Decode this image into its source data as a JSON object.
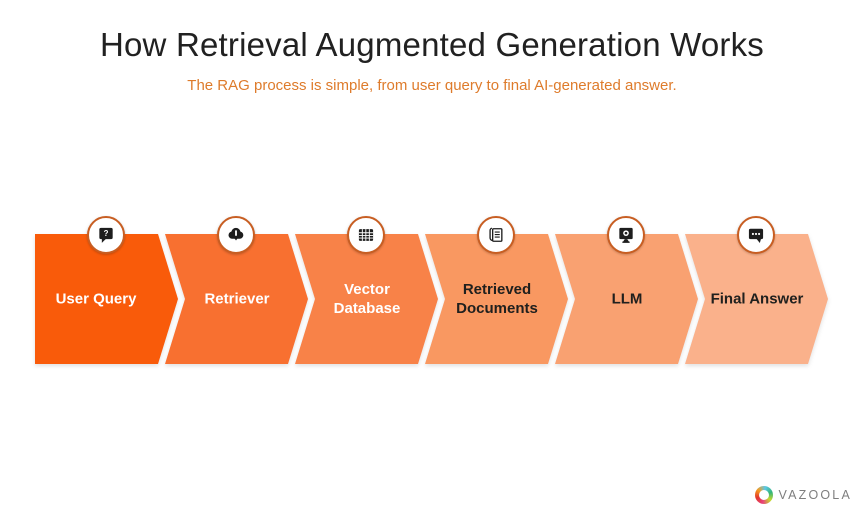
{
  "header": {
    "title": "How Retrieval Augmented Generation Works",
    "subtitle": "The RAG process is simple, from user query to final AI-generated answer.",
    "title_color": "#212121",
    "subtitle_color": "#DE7B2B"
  },
  "flow": {
    "steps": [
      {
        "label": "User Query",
        "icon": "question-bubble-icon",
        "bg": "#F95B0A",
        "text_color": "#FFFFFF"
      },
      {
        "label": "Retriever",
        "icon": "cloud-download-icon",
        "bg": "#F87030",
        "text_color": "#FFFFFF"
      },
      {
        "label": "Vector Database",
        "icon": "table-grid-icon",
        "bg": "#F88248",
        "text_color": "#FFFFFF"
      },
      {
        "label": "Retrieved Documents",
        "icon": "documents-icon",
        "bg": "#F99861",
        "text_color": "#20201E"
      },
      {
        "label": "LLM",
        "icon": "monitor-icon",
        "bg": "#F9A171",
        "text_color": "#20201E"
      },
      {
        "label": "Final Answer",
        "icon": "chat-dots-icon",
        "bg": "#FAB18B",
        "text_color": "#20201E"
      }
    ],
    "icon_ring_color": "#C85E22"
  },
  "branding": {
    "logo_text": "VAZOOLA"
  }
}
